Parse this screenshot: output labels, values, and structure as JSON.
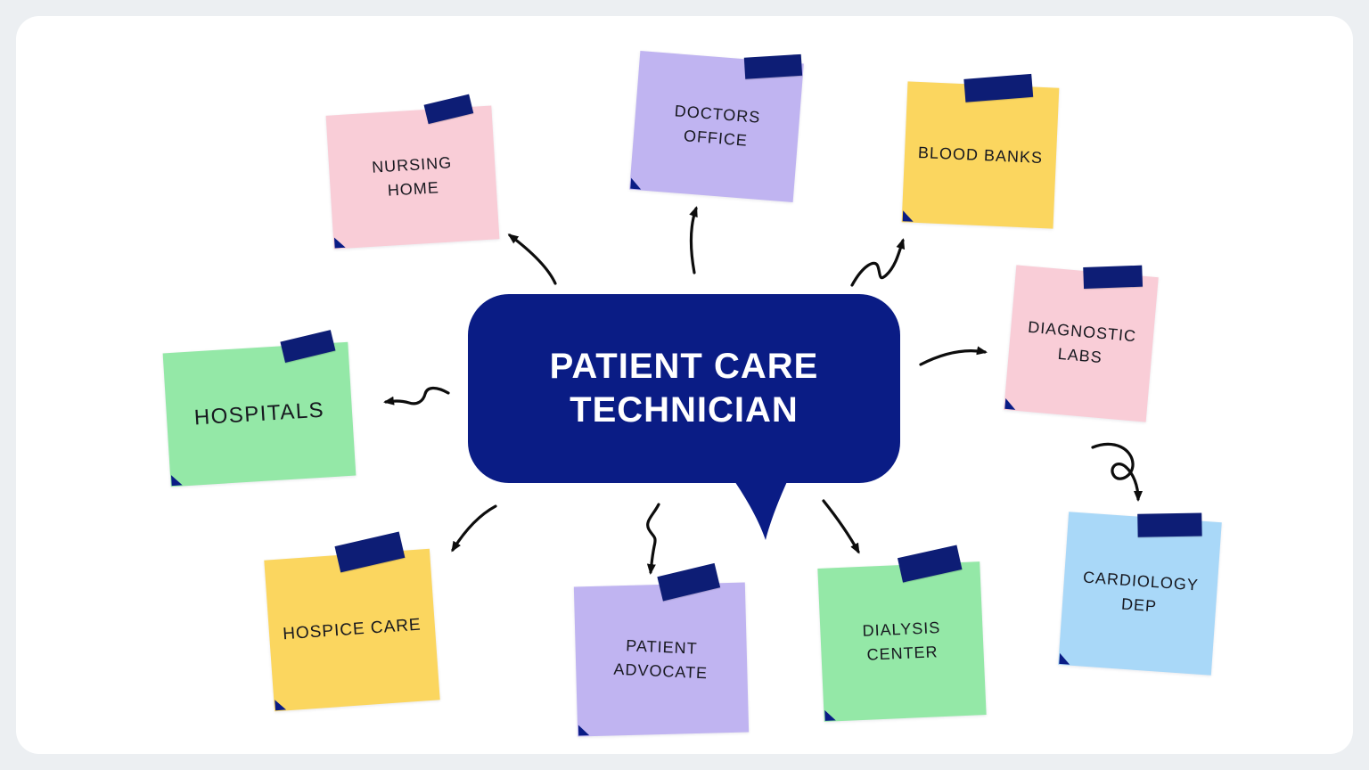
{
  "page": {
    "background_color": "#eceff2",
    "board_color": "#ffffff"
  },
  "center_bubble": {
    "label": "PATIENT CARE\nTECHNICIAN",
    "fill_color": "#0a1c85",
    "text_color": "#ffffff"
  },
  "notes": [
    {
      "id": "nursing-home",
      "label": "NURSING\nHOME",
      "color": "#f9cdd7"
    },
    {
      "id": "doctors-office",
      "label": "DOCTORS\nOFFICE",
      "color": "#c0b4f1"
    },
    {
      "id": "blood-banks",
      "label": "BLOOD BANKS",
      "color": "#fbd65f"
    },
    {
      "id": "diagnostic-labs",
      "label": "DIAGNOSTIC\nLABS",
      "color": "#f9cdd7"
    },
    {
      "id": "cardiology-dep",
      "label": "CARDIOLOGY\nDEP",
      "color": "#a9d8f8"
    },
    {
      "id": "dialysis-center",
      "label": "DIALYSIS\nCENTER",
      "color": "#94e8a7"
    },
    {
      "id": "patient-advocate",
      "label": "PATIENT\nADVOCATE",
      "color": "#c0b4f1"
    },
    {
      "id": "hospice-care",
      "label": "HOSPICE CARE",
      "color": "#fbd65f"
    },
    {
      "id": "hospitals",
      "label": "HOSPITALS",
      "color": "#94e8a7"
    }
  ],
  "decor": {
    "tape_color": "#0d1d75",
    "arrow_color": "#0d0d0d"
  }
}
